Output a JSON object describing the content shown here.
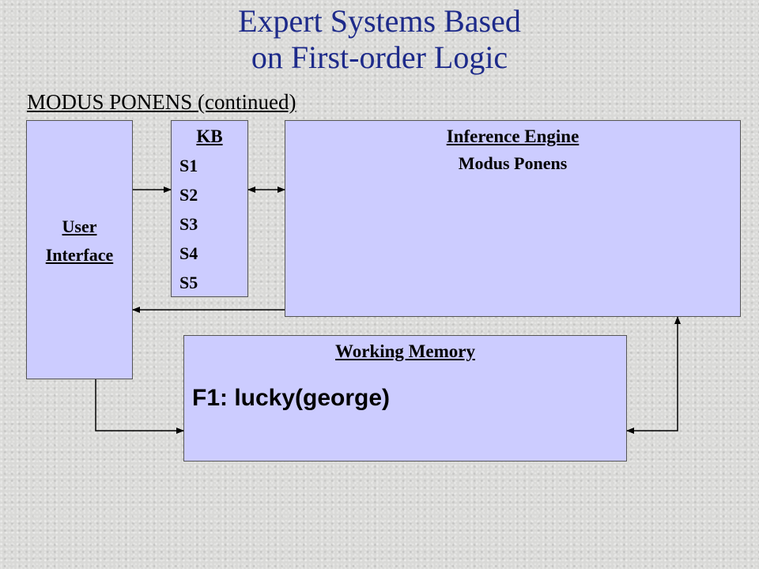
{
  "slide": {
    "title_line1": "Expert Systems Based",
    "title_line2": "on First-order Logic",
    "subtitle": "MODUS PONENS (continued)"
  },
  "user_interface": {
    "line1": "User",
    "line2": "Interface"
  },
  "kb": {
    "title": "KB",
    "items": [
      "S1",
      "S2",
      "S3",
      "S4",
      "S5"
    ]
  },
  "inference_engine": {
    "title": "Inference Engine",
    "subtitle": "Modus Ponens"
  },
  "working_memory": {
    "title": "Working Memory",
    "fact": "F1: lucky(george)"
  },
  "colors": {
    "title": "#1d2a8a",
    "box_fill": "#ccccff",
    "background": "#d9d9d7"
  }
}
